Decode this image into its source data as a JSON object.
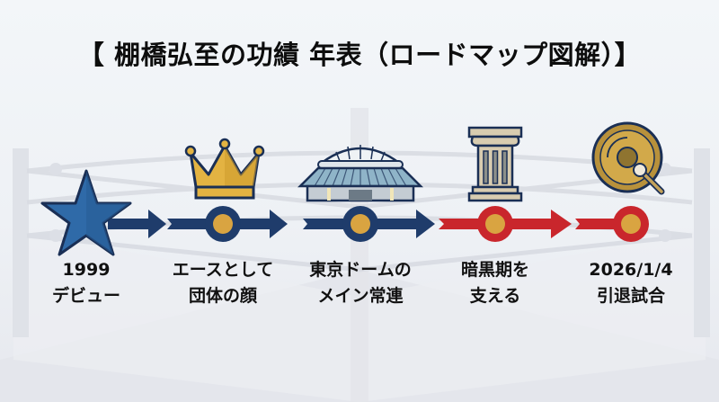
{
  "title": "【 棚橋弘至の功績 年表（ロードマップ図解）】",
  "colors": {
    "navy": "#1f3c6b",
    "star_blue": "#2f6aa8",
    "red": "#c9262c",
    "gold": "#d9a441",
    "crown_gold": "#e3b342",
    "background": "#f1f4f7"
  },
  "milestones": [
    {
      "icon": "star-icon",
      "line1": "1999",
      "line2": "デビュー",
      "color": "navy"
    },
    {
      "icon": "crown-icon",
      "line1": "エースとして",
      "line2": "団体の顔",
      "color": "navy"
    },
    {
      "icon": "dome-icon",
      "line1": "東京ドームの",
      "line2": "メイン常連",
      "color": "navy"
    },
    {
      "icon": "pillar-icon",
      "line1": "暗黒期を",
      "line2": "支える",
      "color": "red"
    },
    {
      "icon": "gong-icon",
      "line1": "2026/1/4",
      "line2": "引退試合",
      "color": "red"
    }
  ]
}
